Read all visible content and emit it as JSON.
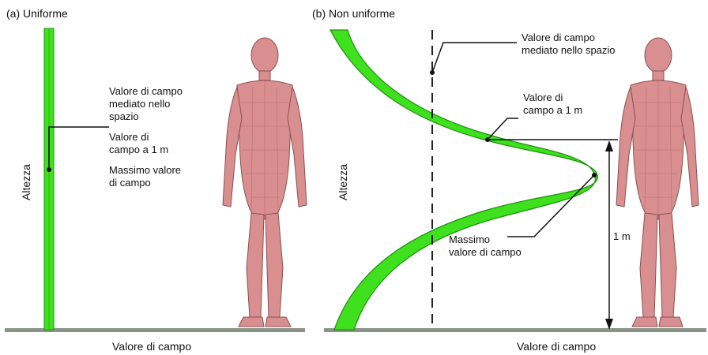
{
  "colors": {
    "field_green": "#3fe01e",
    "field_green_dark": "#1b8f0c",
    "ground_gray": "#8a9388",
    "body_pink": "#d98f8f",
    "body_mesh": "#8a4f4f"
  },
  "panel_a": {
    "title": "(a) Uniforme",
    "y_axis_label": "Altezza",
    "x_axis_label": "Valore di campo",
    "annotations": {
      "spatial_avg": [
        "Valore di campo",
        "mediato nello",
        "spazio"
      ],
      "field_1m": [
        "Valore di",
        "campo a 1 m"
      ],
      "max_field": [
        "Massimo valore",
        "di campo"
      ]
    }
  },
  "panel_b": {
    "title": "(b) Non uniforme",
    "y_axis_label": "Altezza",
    "x_axis_label": "Valore di campo",
    "annotations": {
      "spatial_avg": [
        "Valore di campo",
        "mediato nello spazio"
      ],
      "field_1m": [
        "Valore di",
        "campo a 1 m"
      ],
      "max_field": [
        "Massimo",
        "valore di campo"
      ],
      "height_marker": "1 m"
    }
  },
  "icons": {
    "human_figure": "human-mesh-figure-icon"
  }
}
